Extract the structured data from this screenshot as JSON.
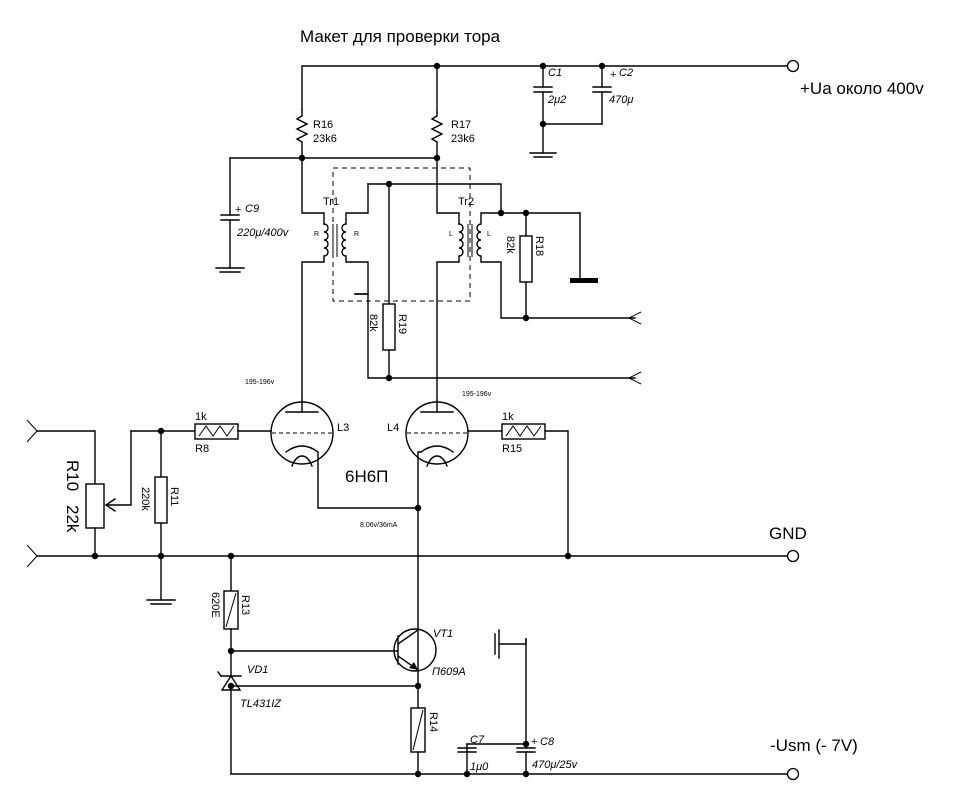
{
  "title": "Макет для проверки тора",
  "rails": {
    "ua": "+Ua  около 400v",
    "gnd": "GND",
    "usm": "-Usm (- 7V)"
  },
  "tube_type": "6Н6П",
  "annotations": {
    "l3_anode_voltage": "195-196v",
    "l4_anode_voltage": "195-196v",
    "cathode": "8.06v/36mA"
  },
  "components": {
    "c1": {
      "ref": "C1",
      "value": "2μ2"
    },
    "c2": {
      "ref": "C2",
      "value": "470μ"
    },
    "c7": {
      "ref": "C7",
      "value": "1μ0"
    },
    "c8": {
      "ref": "C8",
      "value": "470μ/25v"
    },
    "c9": {
      "ref": "C9",
      "value": "220μ/400v"
    },
    "r8": {
      "ref": "R8",
      "value": "1k"
    },
    "r10": {
      "ref": "R10",
      "value": "22k"
    },
    "r11": {
      "ref": "R11",
      "value": "220k"
    },
    "r13": {
      "ref": "R13",
      "value": "620E"
    },
    "r14": {
      "ref": "R14",
      "value": ""
    },
    "r15": {
      "ref": "R15",
      "value": "1k"
    },
    "r16": {
      "ref": "R16",
      "value": "23k6"
    },
    "r17": {
      "ref": "R17",
      "value": "23k6"
    },
    "r18": {
      "ref": "R18",
      "value": "82k"
    },
    "r19": {
      "ref": "R19",
      "value": "82k"
    },
    "tr1": {
      "ref": "Tr1",
      "pin": "R"
    },
    "tr2": {
      "ref": "Tr2",
      "pin": "L"
    },
    "l3": {
      "ref": "L3"
    },
    "l4": {
      "ref": "L4"
    },
    "vt1": {
      "ref": "VT1",
      "value": "П609А"
    },
    "vd1": {
      "ref": "VD1",
      "value": "TL431IZ"
    }
  }
}
